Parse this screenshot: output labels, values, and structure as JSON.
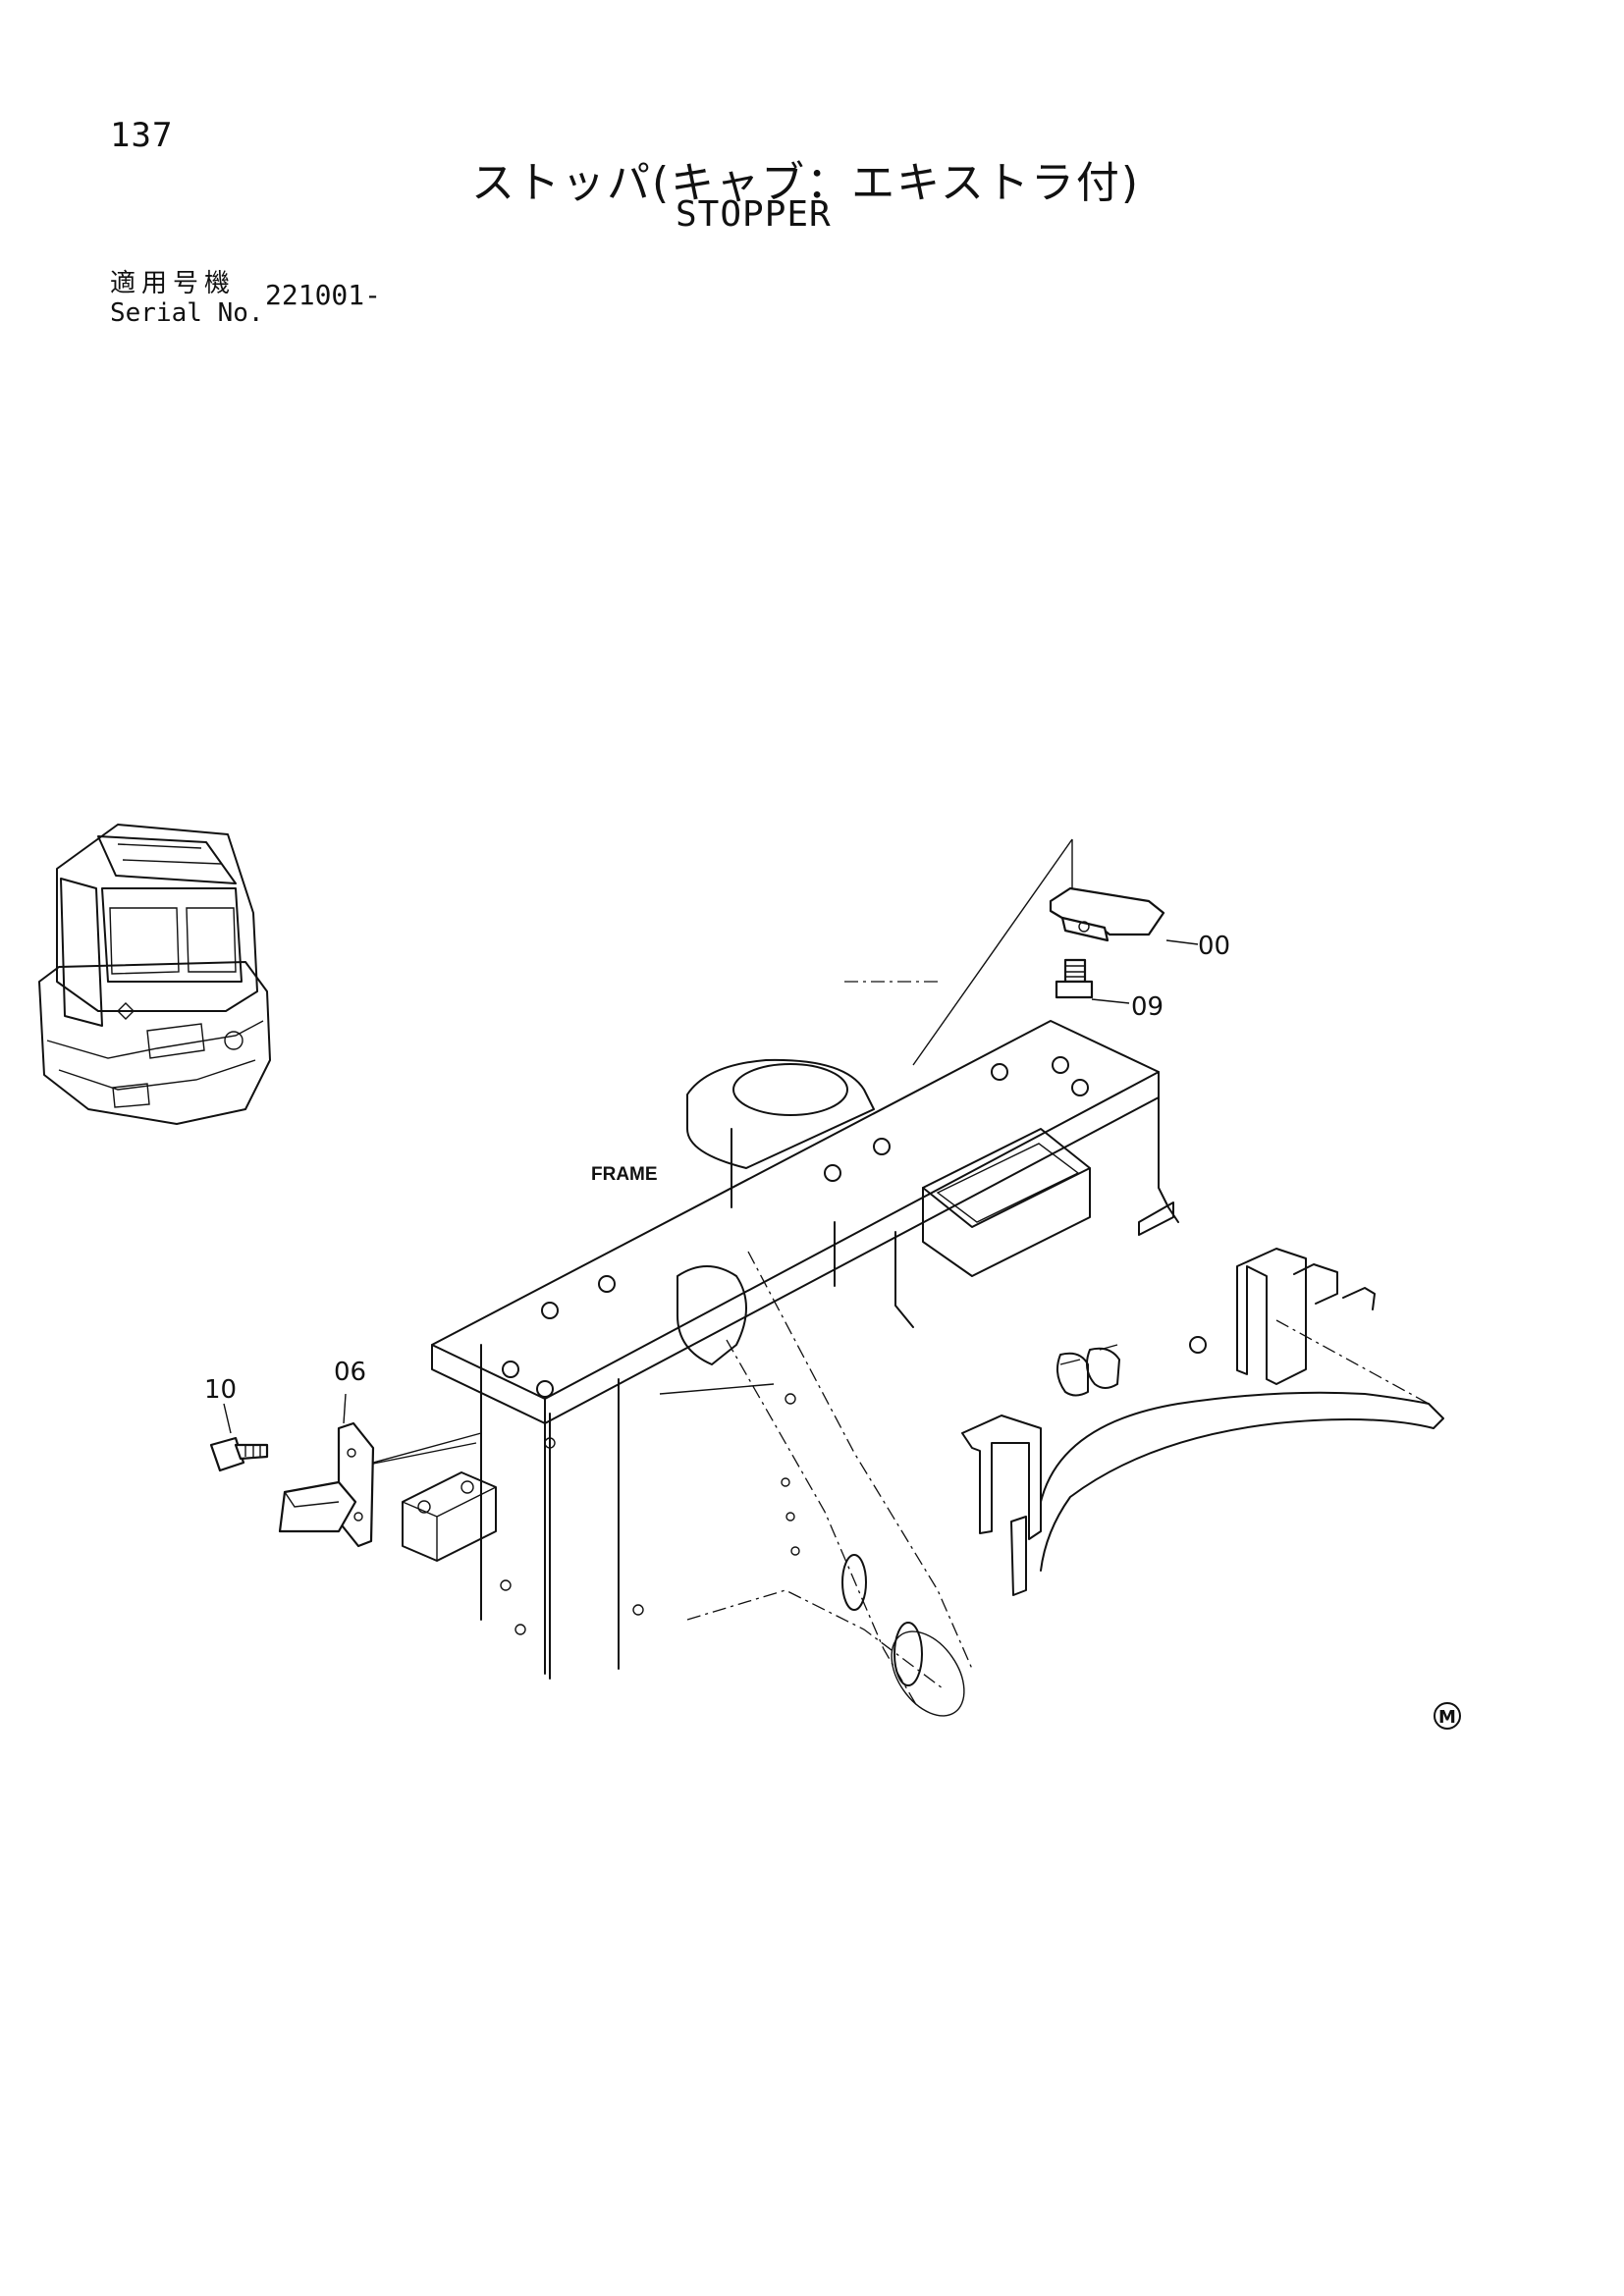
{
  "page": {
    "number": "137",
    "title_jp": "ストッパ(キャブ：エキストラ付)",
    "title_en": "STOPPER",
    "serial_label_jp": "適用号機",
    "serial_label_en": "Serial No.",
    "serial_value": "221001-"
  },
  "diagram": {
    "frame_label": "FRAME",
    "callouts": [
      "00",
      "09",
      "10",
      "06"
    ],
    "mark": "M"
  }
}
